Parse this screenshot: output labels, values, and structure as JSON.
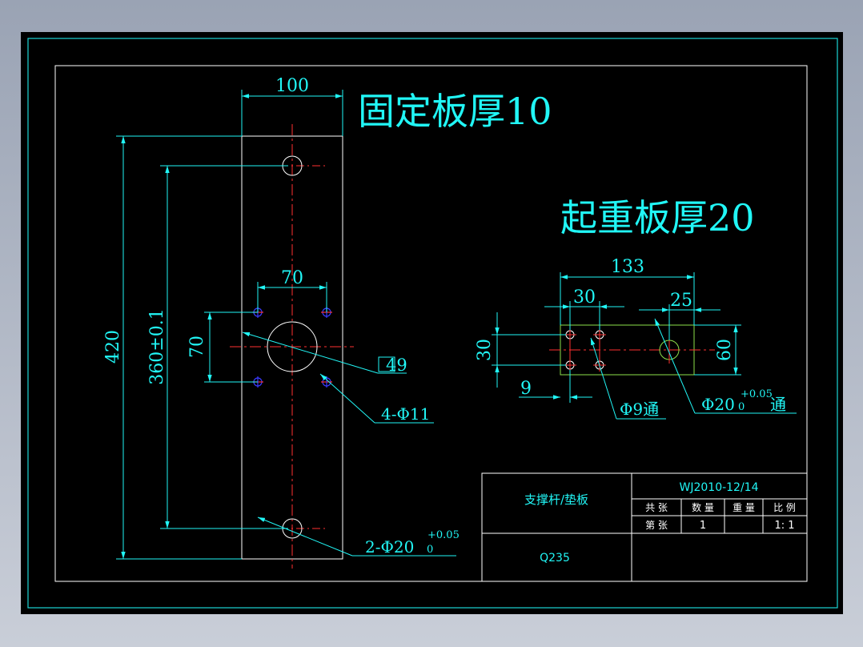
{
  "titles": {
    "fixed_plate": "固定板厚10",
    "lifting_plate": "起重板厚20"
  },
  "fixed_plate_dims": {
    "width": "100",
    "height": "420",
    "hole_span": "360±0.1",
    "bolt_pattern_x": "70",
    "bolt_pattern_y": "70",
    "square": "49",
    "bolt_holes": "4-Φ11",
    "end_holes": "2-Φ20",
    "end_holes_tol": "+0.05",
    "end_holes_tol_low": "0"
  },
  "lifting_plate_dims": {
    "length": "133",
    "hole_spacing": "30",
    "edge_offset": "25",
    "height_left": "30",
    "height_right": "60",
    "edge_small": "9",
    "small_holes": "Φ9通",
    "big_hole": "Φ20",
    "big_hole_tol": "+0.05",
    "big_hole_tol_low": "0",
    "big_hole_suffix": "通"
  },
  "title_block": {
    "part_name": "支撑杆/垫板",
    "material": "Q235",
    "drawing_no": "WJ2010-12/14",
    "label_total": "共  张",
    "label_qty": "数 量",
    "label_weight": "重 量",
    "label_scale": "比 例",
    "label_sheet": "第  张",
    "qty_value": "1",
    "scale_value": "1: 1"
  },
  "colors": {
    "outline": "#ffffff",
    "dimension": "#21f6f6",
    "centerline": "#ff3030",
    "bolt": "#3a3aff",
    "lifting_outline": "#8ce04a",
    "frame": "#1ad6d6"
  }
}
